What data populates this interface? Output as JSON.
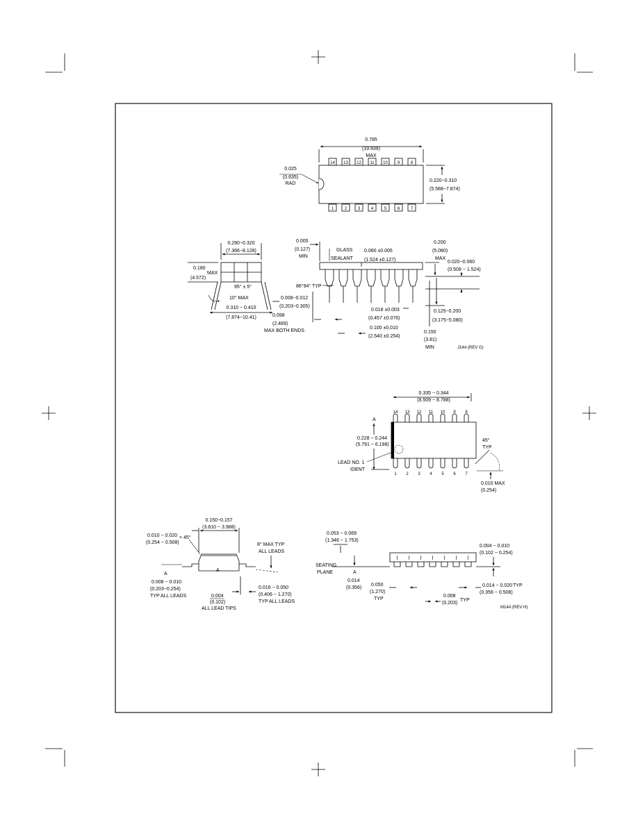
{
  "figure1": {
    "dims": {
      "length": "0.785",
      "length_mm": "(19.939)",
      "length_max": "MAX",
      "notch": "0.025",
      "notch_mm": "(0.635)",
      "notch_rad": "RAD",
      "width": "0.220−0.310",
      "width_mm": "(5.588−7.874)"
    },
    "top_pins": [
      "14",
      "13",
      "12",
      "11",
      "10",
      "9",
      "8"
    ],
    "bottom_pins": [
      "1",
      "2",
      "3",
      "4",
      "5",
      "6",
      "7"
    ]
  },
  "figure2": {
    "labels": {
      "body_w": "0.290−0.320",
      "body_w_mm": "(7.366−8.128)",
      "body_h": "0.180",
      "body_h_mm": "(4.572)",
      "max": "MAX",
      "angle": "95° ± 5°",
      "ten_max": "10° MAX",
      "span": "0.310 − 0.410",
      "span_mm": "(7.874−10.41)",
      "lead_th": "0.008−0.012",
      "lead_th_mm": "(0.203−0.305)",
      "min_a": "0.005",
      "min_a_mm": "(0.127)",
      "min_a_label": "MIN",
      "glass": "GLASS",
      "sealant": "SEALANT",
      "pitch_a": "0.060 ±0.005",
      "pitch_a_mm": "(1.524 ±0.127)",
      "height": "0.200",
      "height_mm": "(5.080)",
      "height_max": "MAX",
      "standoff": "0.020−0.060",
      "standoff_mm": "(0.508 − 1.524)",
      "typ_angle": "86°94° TYP",
      "lead_w": "0.018 ±0.003",
      "lead_w_mm": "(0.457 ±0.076)",
      "end": "0.098",
      "end_mm": "(2.489)",
      "end_label": "MAX BOTH ENDS",
      "pitch": "0.100 ±0.010",
      "pitch_mm": "(2.540 ±0.254)",
      "seat": "0.125−0.200",
      "seat_mm": "(3.175−5.080)",
      "lead_len": "0.150",
      "lead_len_mm": "(3.81)",
      "lead_len_min": "MIN",
      "code": "J14A (REV G)"
    }
  },
  "figure3": {
    "labels": {
      "length": "0.335 − 0.344",
      "length_mm": "(8.509 − 8.788)",
      "a_mark": "A",
      "width": "0.228 − 0.244",
      "width_mm": "(5.791 − 6.198)",
      "lead1": "LEAD NO. 1",
      "ident": "IDENT",
      "typ_angle": "45°",
      "typ": "TYP",
      "corner": "0.010 MAX",
      "corner_mm": "(0.254)"
    },
    "top_pins": [
      "14",
      "13",
      "12",
      "11",
      "10",
      "9",
      "8"
    ],
    "bottom_pins": [
      "1",
      "2",
      "3",
      "4",
      "5",
      "6",
      "7"
    ]
  },
  "figure4": {
    "labels": {
      "width": "0.150−0.157",
      "width_mm": "(3.810 − 3.988)",
      "chamfer": "0.010 − 0.020",
      "chamfer_mm": "(0.254 − 0.508)",
      "chamfer_deg": "× 45°",
      "a_left": "A",
      "a_right": "A",
      "max_typ": "8° MAX TYP",
      "all_leads": "ALL LEADS",
      "lead_th": "0.008 − 0.010",
      "lead_th_mm": "(0.203−0.254)",
      "lead_th_typ": "TYP ALL LEADS",
      "tip": "0.004",
      "tip_mm": "(0.102)",
      "tip_label": "ALL LEAD TIPS",
      "foot": "0.016 − 0.050",
      "foot_mm": "(0.406 − 1.270)",
      "foot_typ": "TYP ALL LEADS"
    }
  },
  "figure5": {
    "labels": {
      "height": "0.053 − 0.069",
      "height_mm": "(1.346 − 1.753)",
      "seating": "SEATING",
      "plane": "PLANE",
      "a": "A",
      "flat": "0.014",
      "flat_mm": "(0.356)",
      "pitch": "0.050",
      "pitch_mm": "(1.270)",
      "pitch_typ": "TYP",
      "standoff": "0.004 − 0.010",
      "standoff_mm": "(0.102 − 0.254)",
      "lead_w": "0.014 − 0.020",
      "lead_w_typ": "TYP",
      "lead_w_mm": "(0.356 − 0.508)",
      "gap": "0.008",
      "gap_mm": "(0.203)",
      "gap_typ": "TYP",
      "code": "M14A (REV H)"
    }
  }
}
